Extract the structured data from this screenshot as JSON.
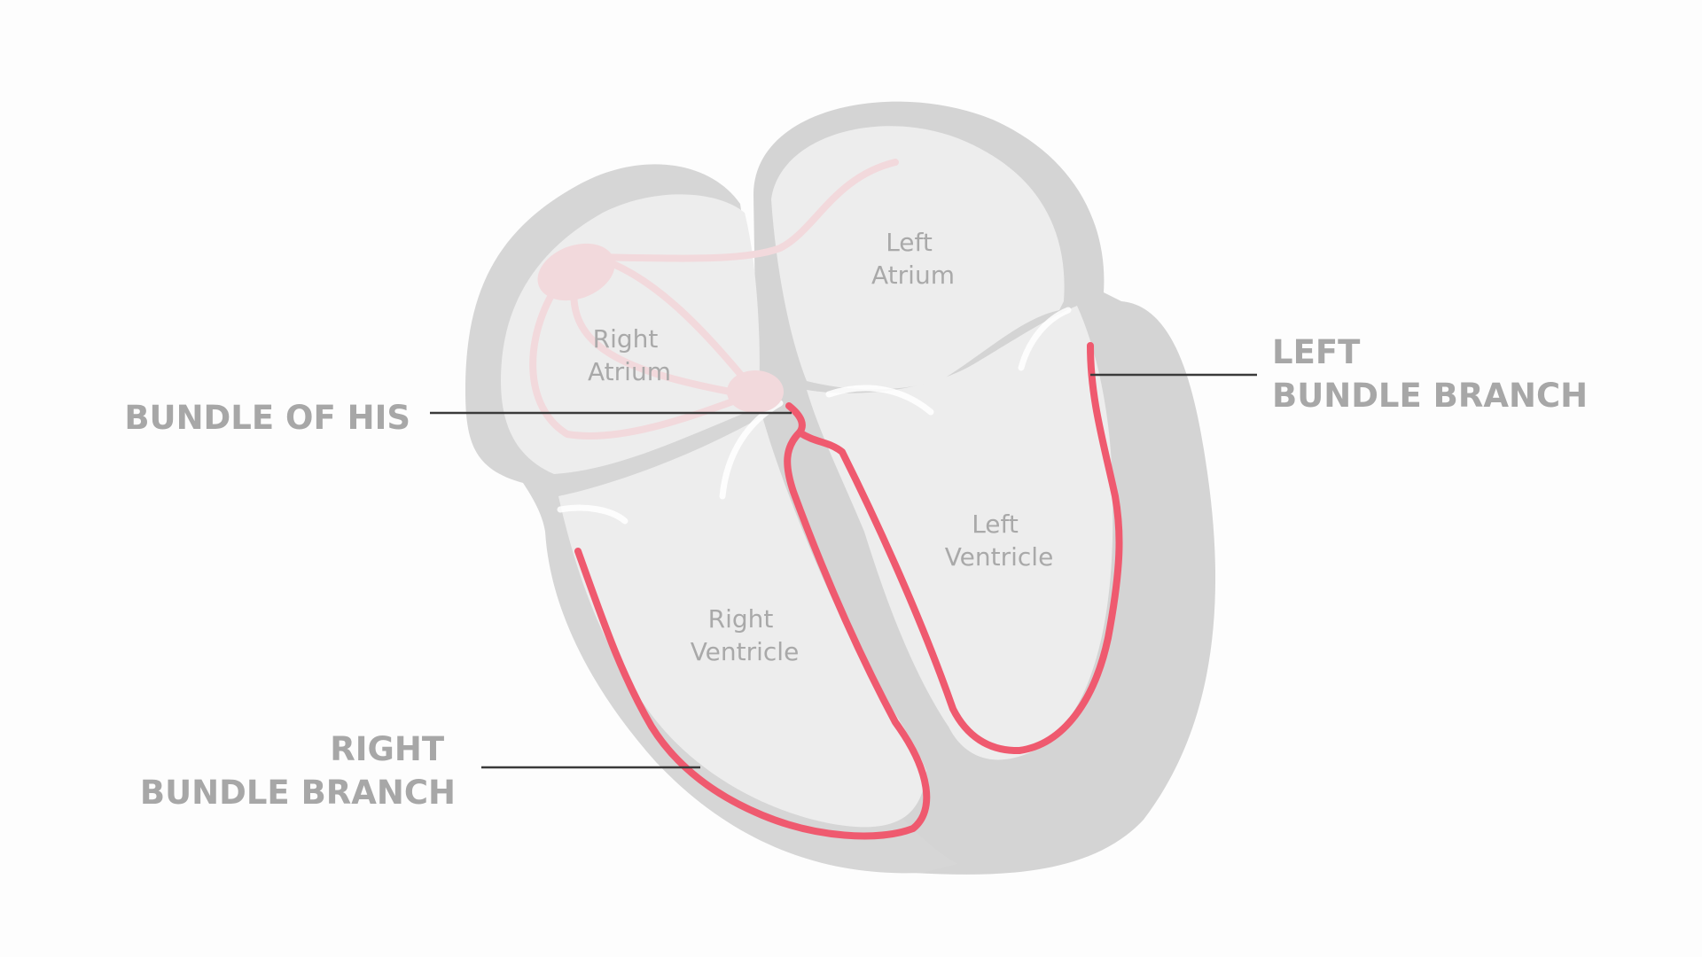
{
  "chambers": {
    "right_atrium": [
      "Right",
      "Atrium"
    ],
    "left_atrium": [
      "Left",
      "Atrium"
    ],
    "right_ventricle": [
      "Right",
      "Ventricle"
    ],
    "left_ventricle": [
      "Left",
      "Ventricle"
    ]
  },
  "callouts": {
    "bundle_of_his": [
      "BUNDLE OF HIS"
    ],
    "left_bundle_branch": [
      "LEFT",
      "BUNDLE BRANCH"
    ],
    "right_bundle_branch": [
      "RIGHT",
      "BUNDLE BRANCH"
    ]
  },
  "colors": {
    "conduction": "#ef5a6f",
    "nodes": "#f2d9dc",
    "muscle": "#d6d6d6",
    "cavity": "#eeeeee",
    "label": "#a7a7a7"
  }
}
